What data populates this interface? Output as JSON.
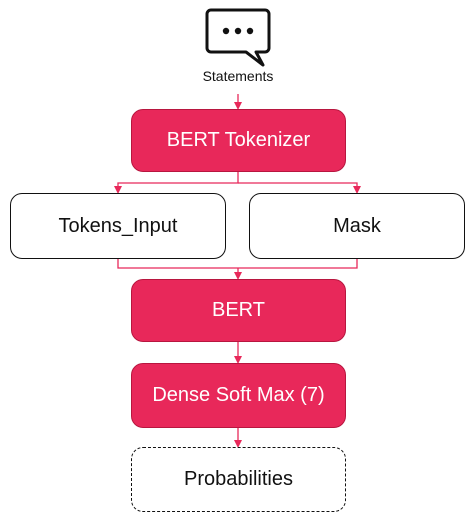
{
  "colors": {
    "accent": "#e8285a",
    "accent_border": "#b8163f",
    "line": "#e8285a",
    "ink": "#111111"
  },
  "input": {
    "icon": "speech-bubble-ellipsis-icon",
    "label": "Statements"
  },
  "nodes": {
    "tokenizer": "BERT Tokenizer",
    "tokens_input": "Tokens_Input",
    "mask": "Mask",
    "bert": "BERT",
    "dense": "Dense Soft Max (7)",
    "probabilities": "Probabilities"
  }
}
